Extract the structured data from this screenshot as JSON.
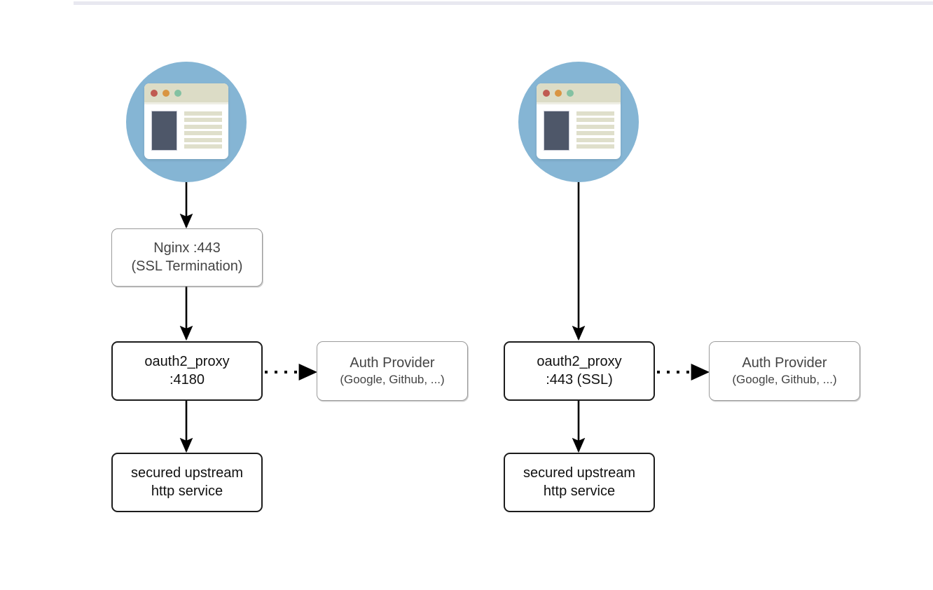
{
  "page": {
    "background": "#ffffff",
    "accent_band_color": "#e8e8f0"
  },
  "colors": {
    "browser_circle": "#85b5d4",
    "browser_titlebar": "#dcdcc6",
    "browser_thumb": "#4e5769",
    "browser_text_line": "#dfdfcb",
    "dot_red": "#c05b52",
    "dot_amber": "#d99542",
    "dot_green": "#83c1a2",
    "node_border_light": "#9b9b9b",
    "node_border_strong": "#1c1c1c",
    "connector": "#000000"
  },
  "diagram": {
    "type": "flowchart",
    "columns": [
      {
        "id": "left-flow",
        "name": "nginx-ssl-termination-flow",
        "nodes": [
          {
            "id": "browser-left",
            "kind": "browser-icon",
            "label": "browser"
          },
          {
            "id": "nginx",
            "kind": "box",
            "emphasis": "light",
            "line1": "Nginx :443",
            "line2": "(SSL Termination)"
          },
          {
            "id": "oauth2-proxy-left",
            "kind": "box",
            "emphasis": "strong",
            "line1": "oauth2_proxy",
            "line2": ":4180"
          },
          {
            "id": "upstream-left",
            "kind": "box",
            "emphasis": "strong",
            "line1": "secured upstream",
            "line2": "http service"
          }
        ],
        "side_node": {
          "id": "auth-provider-left",
          "kind": "box",
          "emphasis": "light",
          "line1": "Auth Provider",
          "line2": "(Google, Github, ...)"
        }
      },
      {
        "id": "right-flow",
        "name": "direct-ssl-flow",
        "nodes": [
          {
            "id": "browser-right",
            "kind": "browser-icon",
            "label": "browser"
          },
          {
            "id": "oauth2-proxy-right",
            "kind": "box",
            "emphasis": "strong",
            "line1": "oauth2_proxy",
            "line2": ":443 (SSL)"
          },
          {
            "id": "upstream-right",
            "kind": "box",
            "emphasis": "strong",
            "line1": "secured upstream",
            "line2": "http service"
          }
        ],
        "side_node": {
          "id": "auth-provider-right",
          "kind": "box",
          "emphasis": "light",
          "line1": "Auth Provider",
          "line2": "(Google, Github, ...)"
        }
      }
    ],
    "edges": [
      {
        "from": "browser-left",
        "to": "nginx",
        "style": "solid",
        "arrow": "filled"
      },
      {
        "from": "nginx",
        "to": "oauth2-proxy-left",
        "style": "solid",
        "arrow": "filled"
      },
      {
        "from": "oauth2-proxy-left",
        "to": "upstream-left",
        "style": "solid",
        "arrow": "filled"
      },
      {
        "from": "oauth2-proxy-left",
        "to": "auth-provider-left",
        "style": "dotted",
        "arrow": "filled"
      },
      {
        "from": "browser-right",
        "to": "oauth2-proxy-right",
        "style": "solid",
        "arrow": "filled"
      },
      {
        "from": "oauth2-proxy-right",
        "to": "upstream-right",
        "style": "solid",
        "arrow": "filled"
      },
      {
        "from": "oauth2-proxy-right",
        "to": "auth-provider-right",
        "style": "dotted",
        "arrow": "filled"
      }
    ]
  }
}
